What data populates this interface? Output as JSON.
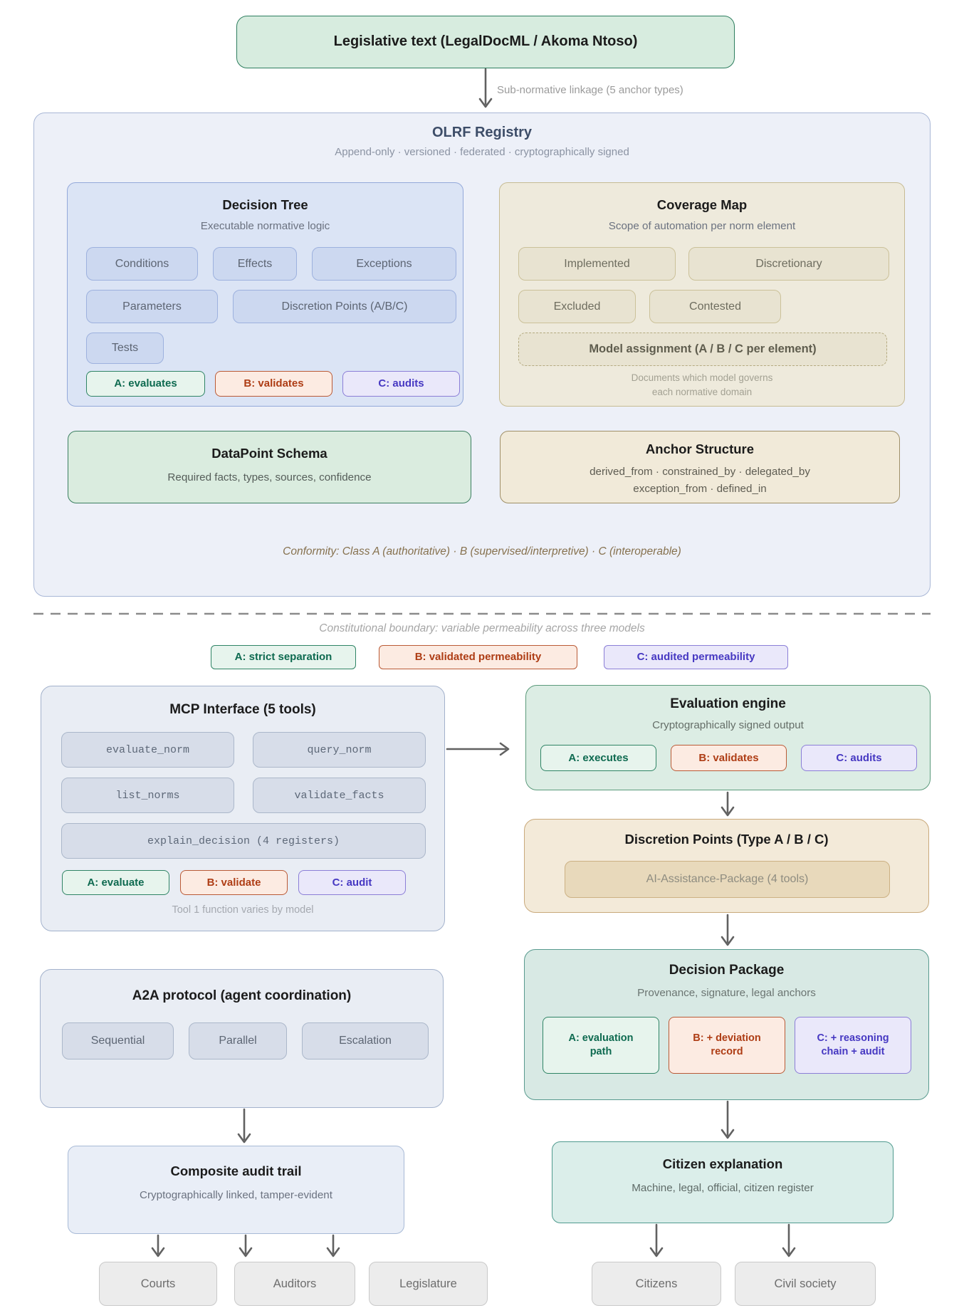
{
  "top_flow": {
    "source_box": "Legislative text (LegalDocML / Akoma Ntoso)",
    "arrow_label": "Sub-normative linkage (5 anchor types)"
  },
  "olrf": {
    "title": "OLRF Registry",
    "subtitle": "Append-only · versioned · federated · cryptographically signed",
    "decision_tree": {
      "title": "Decision Tree",
      "subtitle": "Executable normative logic",
      "chips": [
        "Conditions",
        "Effects",
        "Exceptions",
        "Parameters",
        "Discretion Points (A/B/C)",
        "Tests"
      ],
      "badges": [
        "A: evaluates",
        "B: validates",
        "C: audits"
      ]
    },
    "coverage_map": {
      "title": "Coverage Map",
      "subtitle": "Scope of automation per norm element",
      "chips": [
        "Implemented",
        "Discretionary",
        "Excluded",
        "Contested"
      ],
      "model_assignment": "Model assignment (A / B / C per element)",
      "note_line1": "Documents which model governs",
      "note_line2": "each normative domain"
    },
    "datapoint_schema": {
      "title": "DataPoint Schema",
      "subtitle": "Required facts, types, sources, confidence"
    },
    "anchor_structure": {
      "title": "Anchor Structure",
      "subtitle_line1": "derived_from · constrained_by · delegated_by",
      "subtitle_line2": "exception_from · defined_in"
    },
    "conformity_note": "Conformity: Class A (authoritative) · B (supervised/interpretive) · C (interoperable)"
  },
  "boundary": {
    "label": "Constitutional boundary: variable permeability across three models",
    "badges": [
      "A: strict separation",
      "B: validated permeability",
      "C: audited permeability"
    ]
  },
  "mcp": {
    "title": "MCP Interface (5 tools)",
    "tools": [
      "evaluate_norm",
      "query_norm",
      "list_norms",
      "validate_facts",
      "explain_decision (4 registers)"
    ],
    "badges": [
      "A: evaluate",
      "B: validate",
      "C: audit"
    ],
    "note": "Tool 1 function varies by model"
  },
  "evaluation_engine": {
    "title": "Evaluation engine",
    "subtitle": "Cryptographically signed output",
    "badges": [
      "A: executes",
      "B: validates",
      "C: audits"
    ]
  },
  "discretion_points": {
    "title": "Discretion Points (Type A / B / C)",
    "chip": "AI-Assistance-Package (4 tools)"
  },
  "decision_package": {
    "title": "Decision Package",
    "subtitle": "Provenance, signature, legal anchors",
    "badges": [
      {
        "line1": "A: evaluation",
        "line2": "path"
      },
      {
        "line1": "B: + deviation",
        "line2": "record"
      },
      {
        "line1": "C: + reasoning",
        "line2": "chain + audit"
      }
    ]
  },
  "a2a": {
    "title": "A2A protocol (agent coordination)",
    "chips": [
      "Sequential",
      "Parallel",
      "Escalation"
    ]
  },
  "audit_trail": {
    "title": "Composite audit trail",
    "subtitle": "Cryptographically linked, tamper-evident"
  },
  "citizen_explanation": {
    "title": "Citizen explanation",
    "subtitle": "Machine, legal, official, citizen register"
  },
  "stakeholders": [
    "Courts",
    "Auditors",
    "Legislature",
    "Citizens",
    "Civil society"
  ],
  "colors": {
    "model_a_green": "#2f8465",
    "model_b_red": "#ba5a36",
    "model_c_purple": "#8b7ed7",
    "registry_blue": "#a9b7d6",
    "engine_teal": "#5b9a7b",
    "discretion_tan": "#c9a97b",
    "arrow_gray": "#616161"
  }
}
